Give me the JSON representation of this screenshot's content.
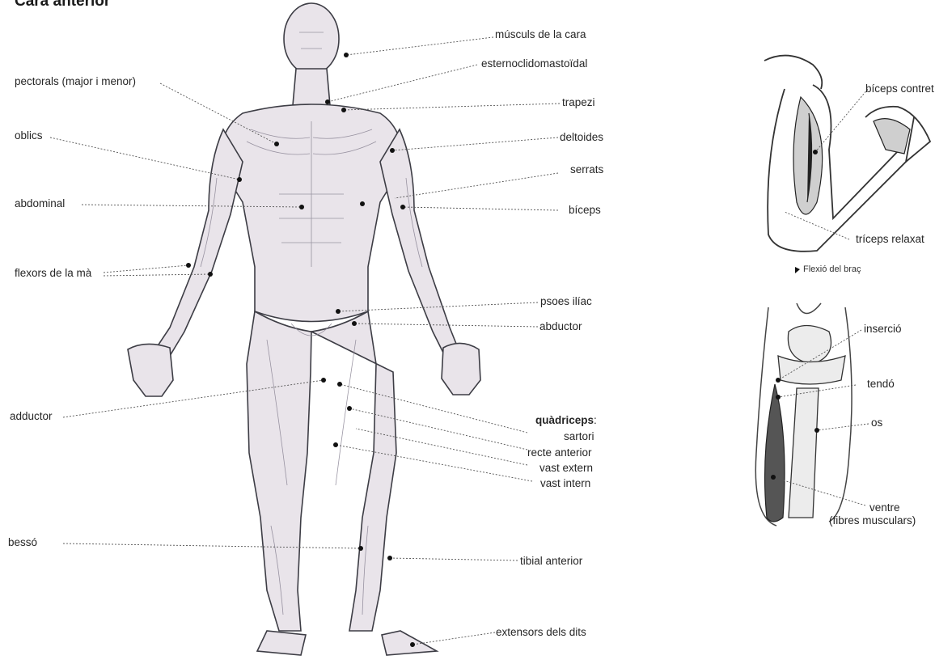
{
  "title": "Cara anterior",
  "figure": {
    "labels_left": {
      "pectorals": "pectorals (major i menor)",
      "oblics": "oblics",
      "abdominal": "abdominal",
      "flexors": "flexors de la mà",
      "adductor": "adductor",
      "besso": "bessó"
    },
    "labels_right": {
      "musculs_cara": "músculs de la cara",
      "esterno": "esternoclidomastoïdal",
      "trapezi": "trapezi",
      "deltoides": "deltoides",
      "serrats": "serrats",
      "biceps": "bíceps",
      "psoes": "psoes ilíac",
      "abductor": "abductor",
      "quadriceps_heading": "quàdriceps",
      "quadriceps_colon": ":",
      "sartori": "sartori",
      "recte": "recte anterior",
      "vast_extern": "vast extern",
      "vast_intern": "vast intern",
      "tibial": "tibial anterior",
      "extensors": "extensors dels dits"
    }
  },
  "arm_diagram": {
    "biceps_contret": "bíceps contret",
    "triceps_relaxat": "tríceps relaxat",
    "caption": "Flexió del braç"
  },
  "knee_diagram": {
    "insercio": "inserció",
    "tendo": "tendó",
    "os": "os",
    "ventre": "ventre",
    "fibres": "(fibres musculars)"
  }
}
